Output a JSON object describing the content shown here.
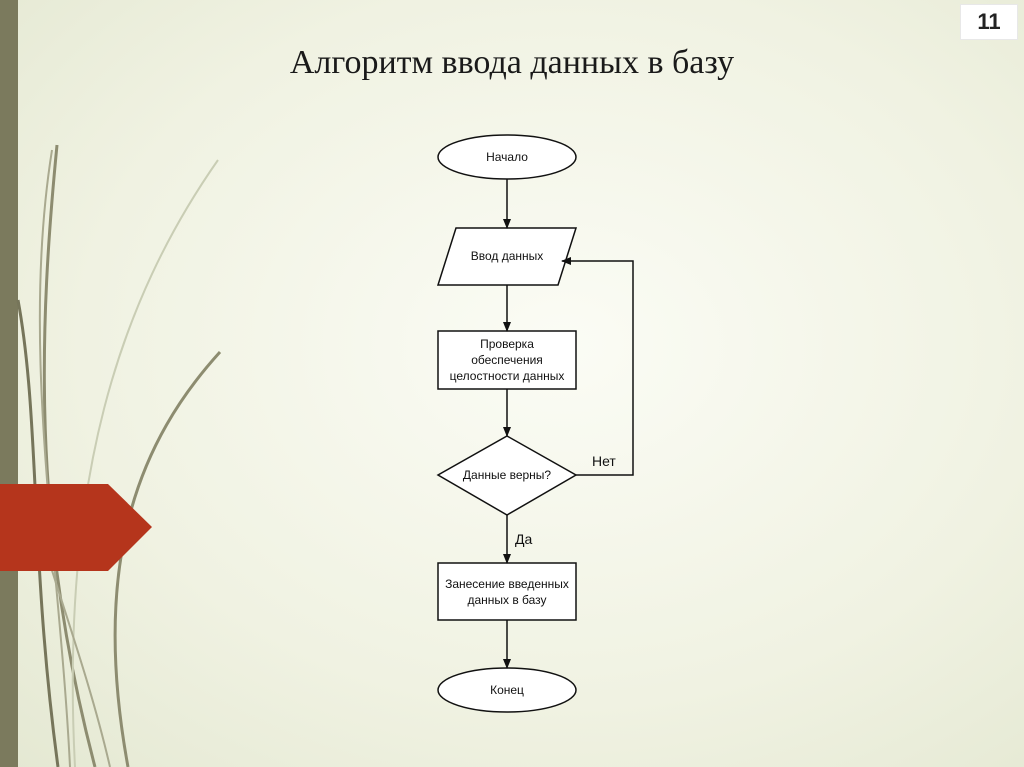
{
  "slide": {
    "number": "11",
    "title": "Алгоритм ввода данных в базу"
  },
  "flowchart": {
    "nodes": [
      {
        "id": "start",
        "shape": "terminator",
        "label": "Начало"
      },
      {
        "id": "input",
        "shape": "parallelogram",
        "label": "Ввод данных"
      },
      {
        "id": "check",
        "shape": "process",
        "label": "Проверка\nобеспечения\nцелостности данных"
      },
      {
        "id": "decision",
        "shape": "decision",
        "label": "Данные верны?"
      },
      {
        "id": "save",
        "shape": "process",
        "label": "Занесение введенных\nданных в базу"
      },
      {
        "id": "end",
        "shape": "terminator",
        "label": "Конец"
      }
    ],
    "edges": [
      {
        "from": "start",
        "to": "input",
        "label": ""
      },
      {
        "from": "input",
        "to": "check",
        "label": ""
      },
      {
        "from": "check",
        "to": "decision",
        "label": ""
      },
      {
        "from": "decision",
        "to": "save",
        "label": "Да"
      },
      {
        "from": "decision",
        "to": "input",
        "label": "Нет"
      },
      {
        "from": "save",
        "to": "end",
        "label": ""
      }
    ]
  },
  "colors": {
    "left_bar": "#7b7a5d",
    "accent_arrow": "#b5351c",
    "line": "#111111"
  }
}
